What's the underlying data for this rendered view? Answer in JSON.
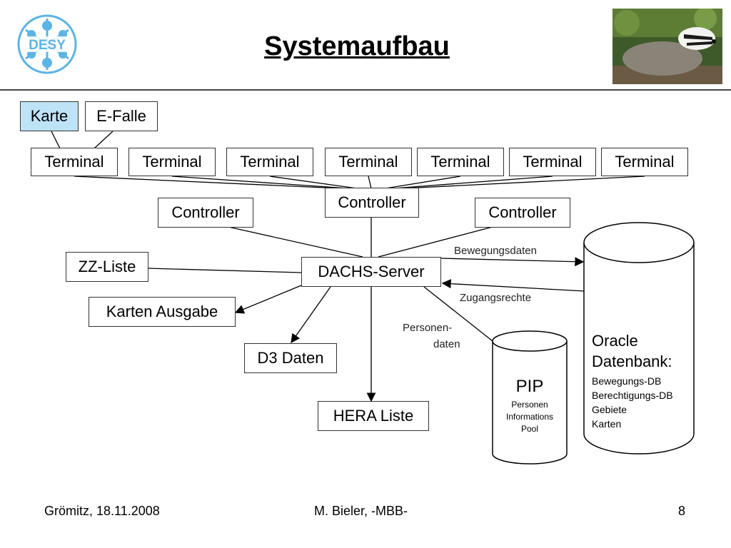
{
  "header": {
    "title": "Systemaufbau",
    "logo_text": "DESY",
    "logo_color": "#5bb4e6",
    "photo_subject": "badger"
  },
  "diagram": {
    "card_boxes": [
      "Karte",
      "E-Falle"
    ],
    "terminals": [
      "Terminal",
      "Terminal",
      "Terminal",
      "Terminal",
      "Terminal",
      "Terminal",
      "Terminal"
    ],
    "controllers": [
      "Controller",
      "Controller",
      "Controller"
    ],
    "server": "DACHS-Server",
    "outputs": {
      "zz_liste": "ZZ-Liste",
      "karten_ausgabe": "Karten Ausgabe",
      "d3_daten": "D3 Daten",
      "hera_liste": "HERA Liste"
    },
    "edge_labels": {
      "bewegungsdaten": "Bewegungsdaten",
      "zugangsrechte": "Zugangsrechte",
      "personen_line1": "Personen-",
      "personen_line2": "daten"
    },
    "pip": {
      "title": "PIP",
      "sub": [
        "Personen",
        "Informations",
        "Pool"
      ]
    },
    "oracle": {
      "title_line1": "Oracle",
      "title_line2": "Datenbank:",
      "items": [
        "Bewegungs-DB",
        "Berechtigungs-DB",
        "Gebiete",
        "Karten"
      ]
    }
  },
  "footer": {
    "left": "Grömitz, 18.11.2008",
    "center": "M. Bieler, -MBB-",
    "page": "8"
  }
}
